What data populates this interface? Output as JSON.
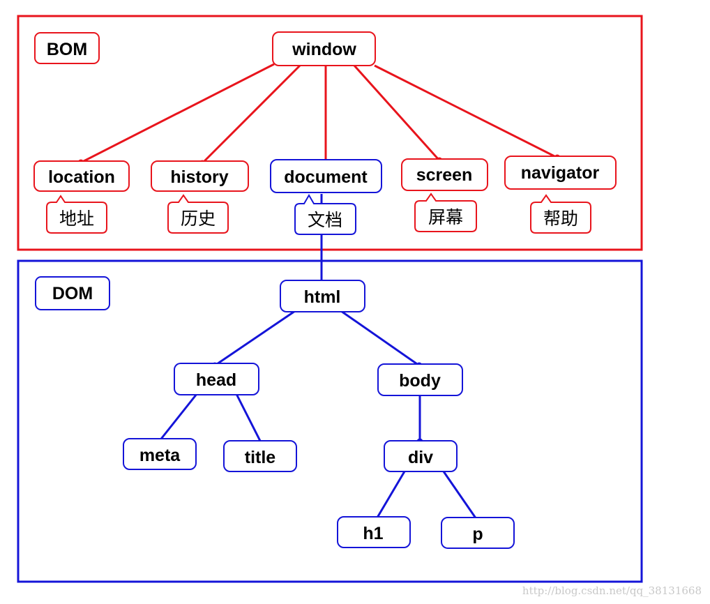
{
  "colors": {
    "bom": "#e8141c",
    "dom": "#1414d8",
    "text": "#000000",
    "watermark": "#c8c8c8",
    "background": "#ffffff"
  },
  "bom": {
    "label": "BOM",
    "root": "window",
    "children": [
      {
        "label": "location",
        "note": "地址"
      },
      {
        "label": "history",
        "note": "历史"
      },
      {
        "label": "document",
        "note": "文档"
      },
      {
        "label": "screen",
        "note": "屏幕"
      },
      {
        "label": "navigator",
        "note": "帮助"
      }
    ]
  },
  "dom": {
    "label": "DOM",
    "root": "html",
    "head": {
      "label": "head",
      "children": [
        "meta",
        "title"
      ]
    },
    "body": {
      "label": "body",
      "children": [
        "div"
      ]
    },
    "div": {
      "label": "div",
      "children": [
        "h1",
        "p"
      ]
    }
  },
  "watermark": "http://blog.csdn.net/qq_38131668"
}
